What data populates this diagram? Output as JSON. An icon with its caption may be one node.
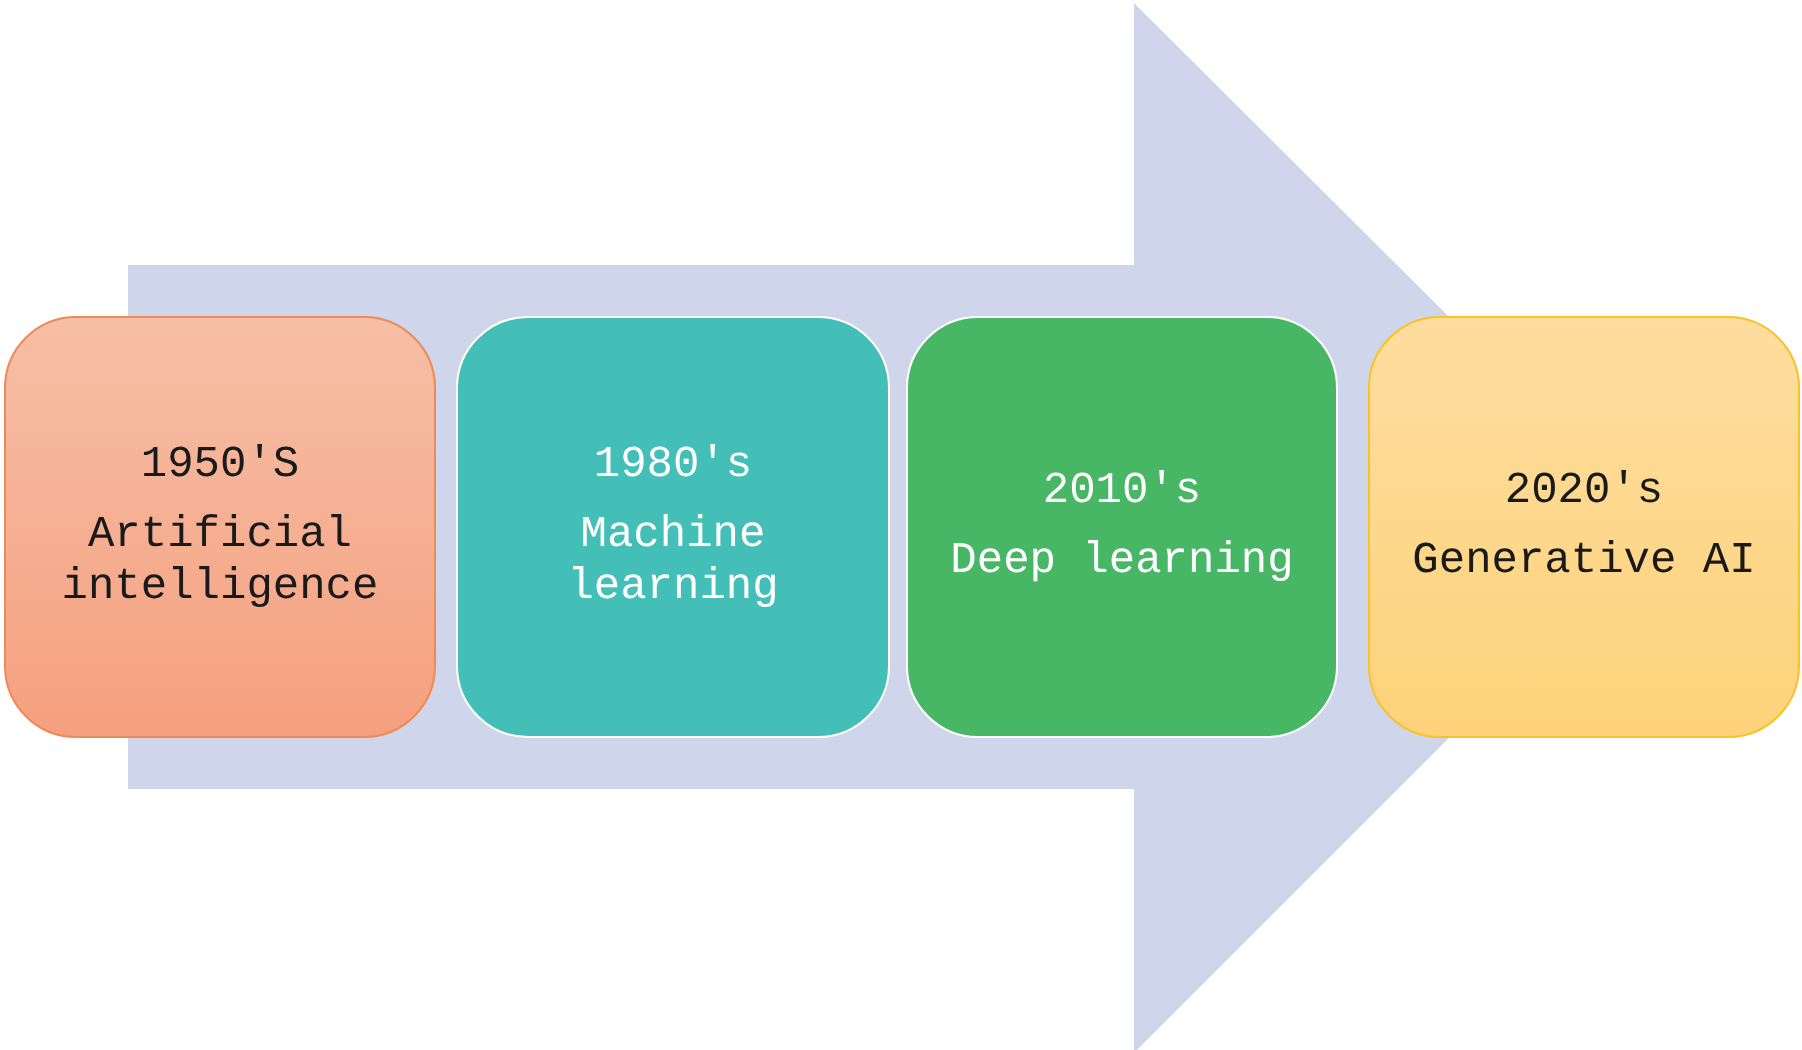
{
  "diagram": {
    "nodes": [
      {
        "text": [
          "1950'S",
          "Artificial intelligence"
        ]
      },
      {
        "text": [
          "1980's",
          "Machine learning"
        ]
      },
      {
        "text": [
          "2010's",
          "Deep learning"
        ]
      },
      {
        "text": [
          "2020's",
          "Generative AI"
        ]
      }
    ],
    "edges": [
      {
        "from": 0,
        "to": 3,
        "arrow": "to"
      }
    ]
  }
}
